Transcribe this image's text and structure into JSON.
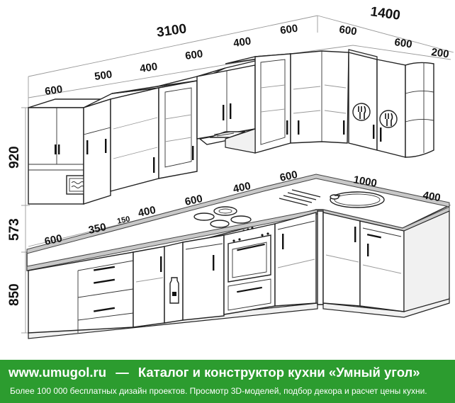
{
  "dimensions": {
    "wall_total_left": "3100",
    "wall_total_right": "1400",
    "upper": [
      "600",
      "500",
      "400",
      "600",
      "400",
      "600",
      "600",
      "600",
      "200"
    ],
    "heights": [
      "920",
      "573",
      "850"
    ],
    "base_left": [
      "600",
      "350",
      "150",
      "400",
      "600",
      "400",
      "600"
    ],
    "base_right": [
      "1000",
      "400"
    ]
  },
  "banner": {
    "site": "www.umugol.ru",
    "dash": "—",
    "title": "Каталог и конструктор кухни «Умный угол»",
    "subtitle": "Более 100 000 бесплатных дизайн проектов. Просмотр 3D-моделей, подбор декора и расчет цены кухни."
  },
  "colors": {
    "banner_bg": "#2c9c2f",
    "countertop": "#c8c8c8"
  }
}
